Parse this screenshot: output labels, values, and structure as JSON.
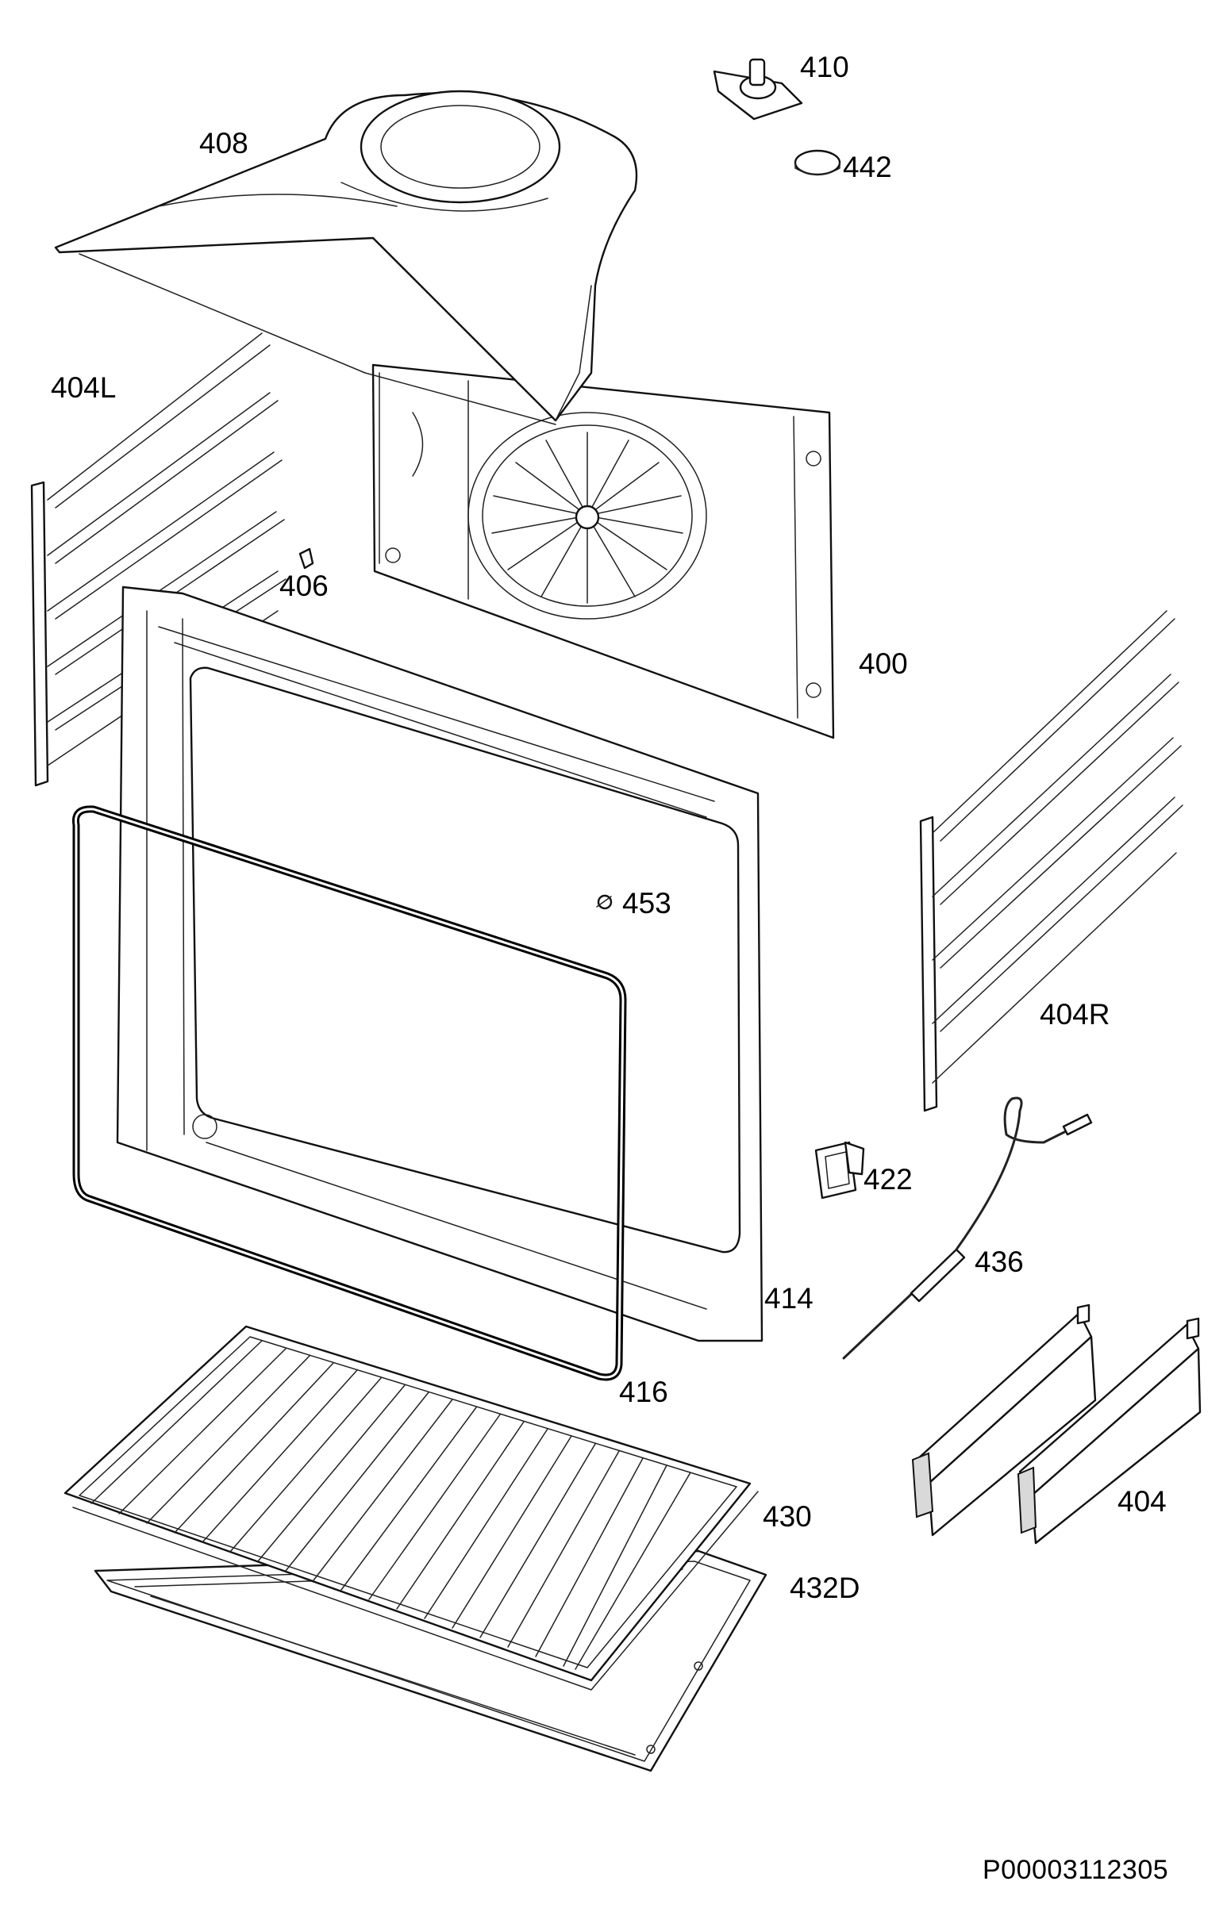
{
  "diagram": {
    "part_labels": {
      "p410": "410",
      "p442": "442",
      "p408": "408",
      "p404L": "404L",
      "p406": "406",
      "p400": "400",
      "p453": "453",
      "p404R": "404R",
      "p422": "422",
      "p436": "436",
      "p414": "414",
      "p416": "416",
      "p430": "430",
      "p404": "404",
      "p432D": "432D"
    },
    "drawing_code": "P00003112305"
  }
}
